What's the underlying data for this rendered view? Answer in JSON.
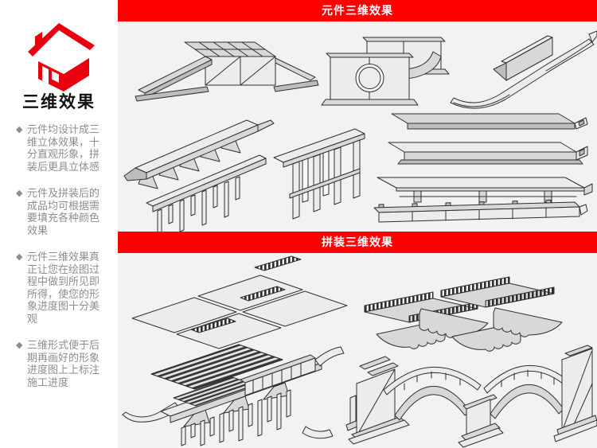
{
  "sidebar": {
    "title": "三维效果",
    "bullet_marker": "◆",
    "bullets": [
      "元件均设计成三维立体效果，十分直观形象，拼装后更具立体感",
      "元件及拼装后的成品均可根据需要填充各种颜色效果",
      "元件三维效果真正让您在绘图过程中做到所见即所得，使您的形象进度图十分美观",
      "三维形式便于后期再画好的形象进度图上上标注施工进度"
    ]
  },
  "sections": [
    {
      "title": "元件三维效果"
    },
    {
      "title": "拼装三维效果"
    }
  ],
  "colors": {
    "accent_red": "#ff0000",
    "house_red": "#e8000f",
    "panel_bg": "#f2f2f2",
    "sidebar_bg": "#ffffff",
    "text_gray": "#8e8e8e",
    "line_dark": "#2f2f2f"
  },
  "illustrations": {
    "components": [
      "abutment-with-wing-walls",
      "box-culvert-headwalls",
      "curved-wing-wall-segment",
      "pile-trestle-bent",
      "tall-pile-bent-pier",
      "box-girder-beam",
      "hollow-box-beam",
      "ribbed-deck-slab",
      "segmented-barrier-beam"
    ],
    "assembled": [
      "exploded-girder-bridge-assembly",
      "exploded-arch-bridge-assembly"
    ]
  }
}
